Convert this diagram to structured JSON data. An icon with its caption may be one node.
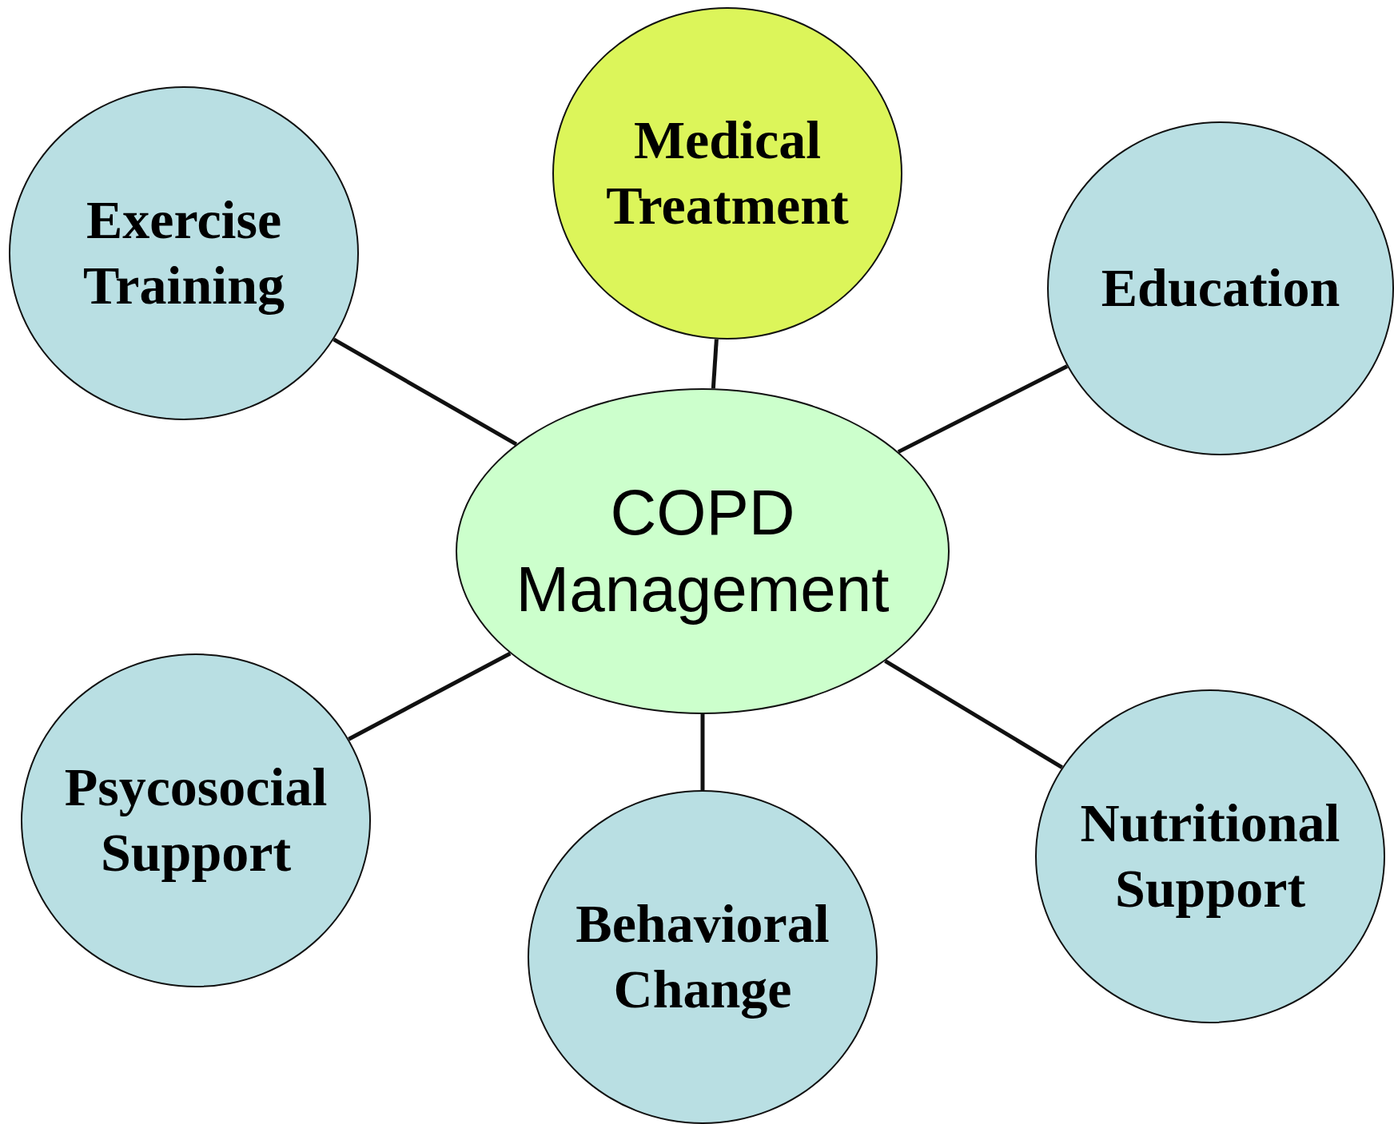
{
  "diagram": {
    "nodes": [
      {
        "text": [
          "Medical Treatment"
        ]
      },
      {
        "text": [
          "Exercise Training"
        ]
      },
      {
        "text": [
          "Education"
        ]
      },
      {
        "text": [
          "COPD Management"
        ]
      },
      {
        "text": [
          "Psycosocial Support"
        ]
      },
      {
        "text": [
          "Nutritional Support"
        ]
      },
      {
        "text": [
          "Behavioral Change"
        ]
      }
    ],
    "edges": [
      {
        "from": 3,
        "to": 0,
        "arrow": "none"
      },
      {
        "from": 3,
        "to": 1,
        "arrow": "none"
      },
      {
        "from": 3,
        "to": 2,
        "arrow": "none"
      },
      {
        "from": 3,
        "to": 4,
        "arrow": "none"
      },
      {
        "from": 3,
        "to": 5,
        "arrow": "none"
      },
      {
        "from": 3,
        "to": 6,
        "arrow": "none"
      }
    ]
  }
}
